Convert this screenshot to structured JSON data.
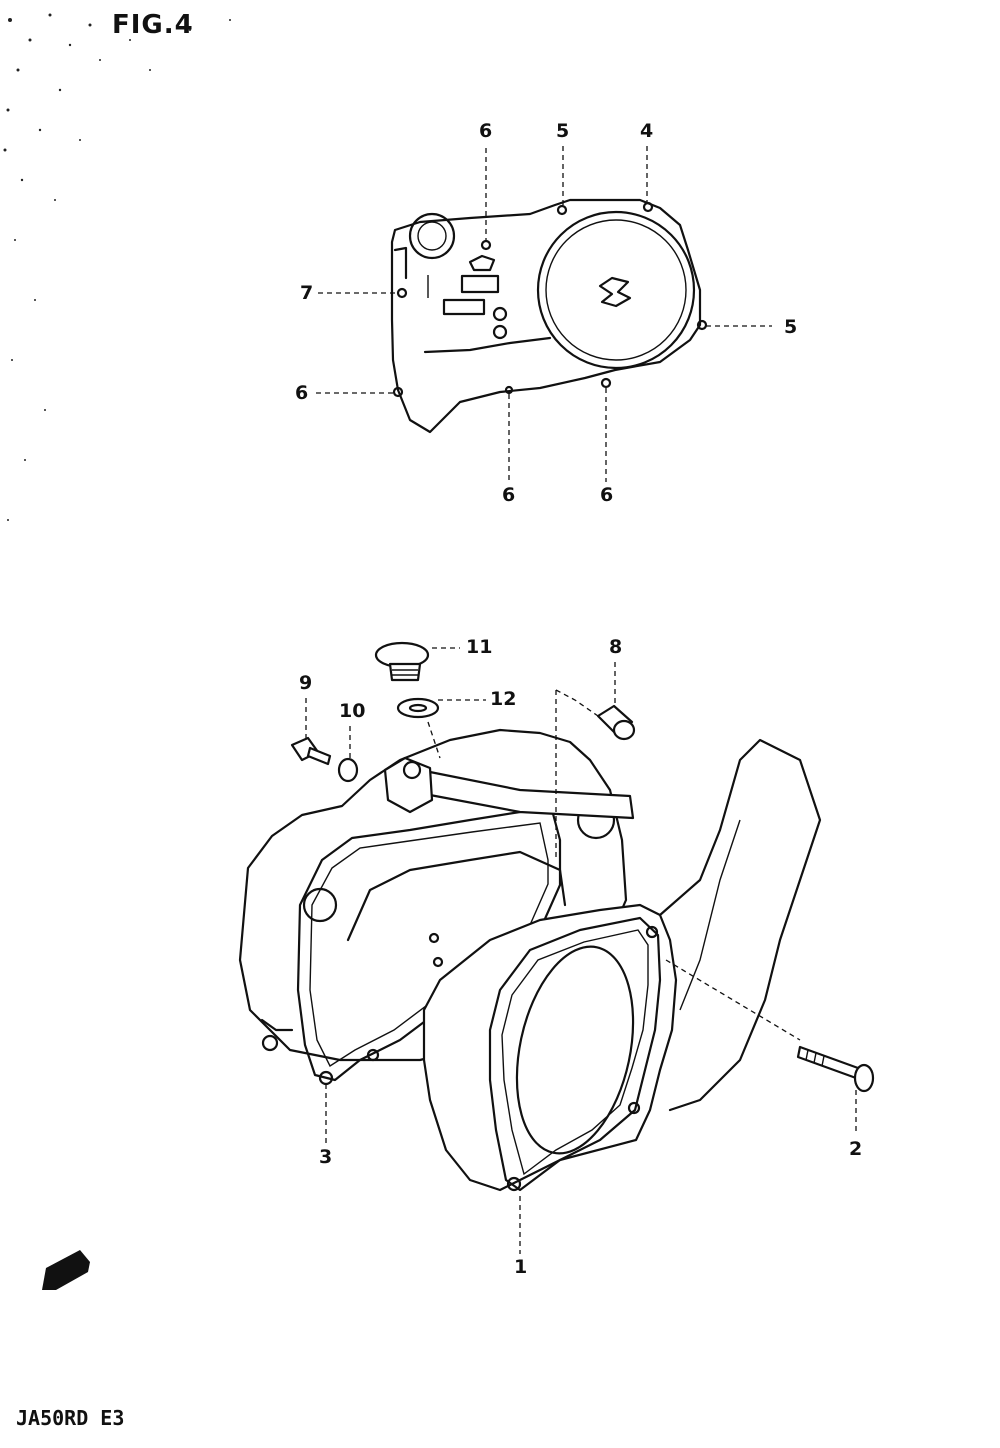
{
  "figure": {
    "title": "FIG.4",
    "model_code": "JA50RD E3"
  },
  "callouts": {
    "c1": "1",
    "c2": "2",
    "c3": "3",
    "c4": "4",
    "c5a": "5",
    "c5b": "5",
    "c6a": "6",
    "c6b": "6",
    "c6c": "6",
    "c6d": "6",
    "c7": "7",
    "c8": "8",
    "c9": "9",
    "c10": "10",
    "c11": "11",
    "c12": "12"
  },
  "colors": {
    "ink": "#111111",
    "paper": "#ffffff"
  }
}
